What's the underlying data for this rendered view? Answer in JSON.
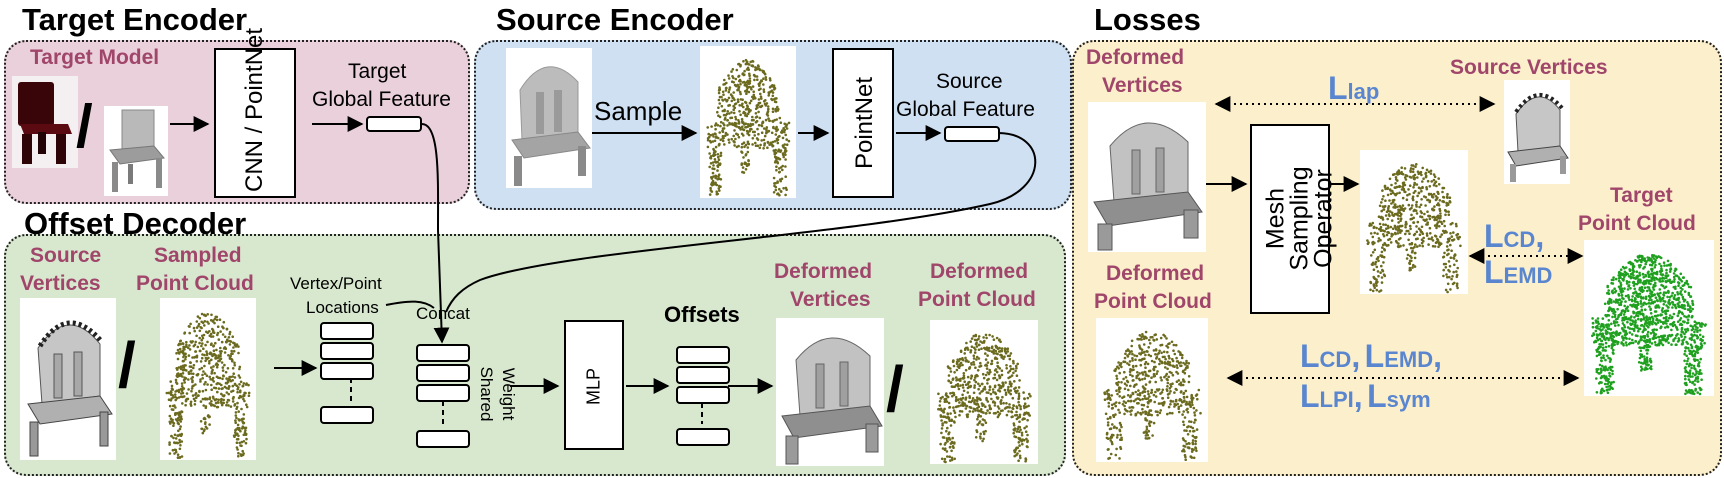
{
  "sections": {
    "target_encoder": "Target Encoder",
    "source_encoder": "Source Encoder",
    "offset_decoder": "Offset Decoder",
    "losses": "Losses"
  },
  "target_encoder": {
    "target_model": "Target Model",
    "slash": "/",
    "cnn_pointnet": "CNN / PointNet",
    "feature_line1": "Target",
    "feature_line2": "Global Feature"
  },
  "source_encoder": {
    "sample": "Sample",
    "pointnet": "PointNet",
    "feature_line1": "Source",
    "feature_line2": "Global Feature"
  },
  "offset_decoder": {
    "source_vertices_1": "Source",
    "source_vertices_2": "Vertices",
    "sampled_pc_1": "Sampled",
    "sampled_pc_2": "Point Cloud",
    "slash": "/",
    "vp_locations_1": "Vertex/Point",
    "vp_locations_2": "Locations",
    "concat": "Concat",
    "shared_weight_1": "Shared",
    "shared_weight_2": "Weight",
    "mlp": "MLP",
    "offsets": "Offsets",
    "deformed_vertices_1": "Deformed",
    "deformed_vertices_2": "Vertices",
    "deformed_pc_1": "Deformed",
    "deformed_pc_2": "Point Cloud"
  },
  "losses": {
    "deformed_vertices_1": "Deformed",
    "deformed_vertices_2": "Vertices",
    "source_vertices": "Source Vertices",
    "mesh_sampling_1": "Mesh",
    "mesh_sampling_2": "Sampling",
    "mesh_sampling_3": "Operator",
    "target_pc_1": "Target",
    "target_pc_2": "Point Cloud",
    "deformed_pc_1": "Deformed",
    "deformed_pc_2": "Point Cloud",
    "L": "L",
    "lap": "lap",
    "CD": "CD",
    "EMD": "EMD",
    "LPI": "LPI",
    "sym": "sym",
    "comma": ","
  },
  "colors": {
    "target_panel": "#ead0da",
    "source_panel": "#cfe0f2",
    "decoder_panel": "#d8e8cf",
    "losses_panel": "#fcefcc",
    "point_cloud": "#6b6a1e",
    "target_cloud": "#1fa01f",
    "label_purple": "#a0466a",
    "loss_blue": "#5a86cf"
  }
}
